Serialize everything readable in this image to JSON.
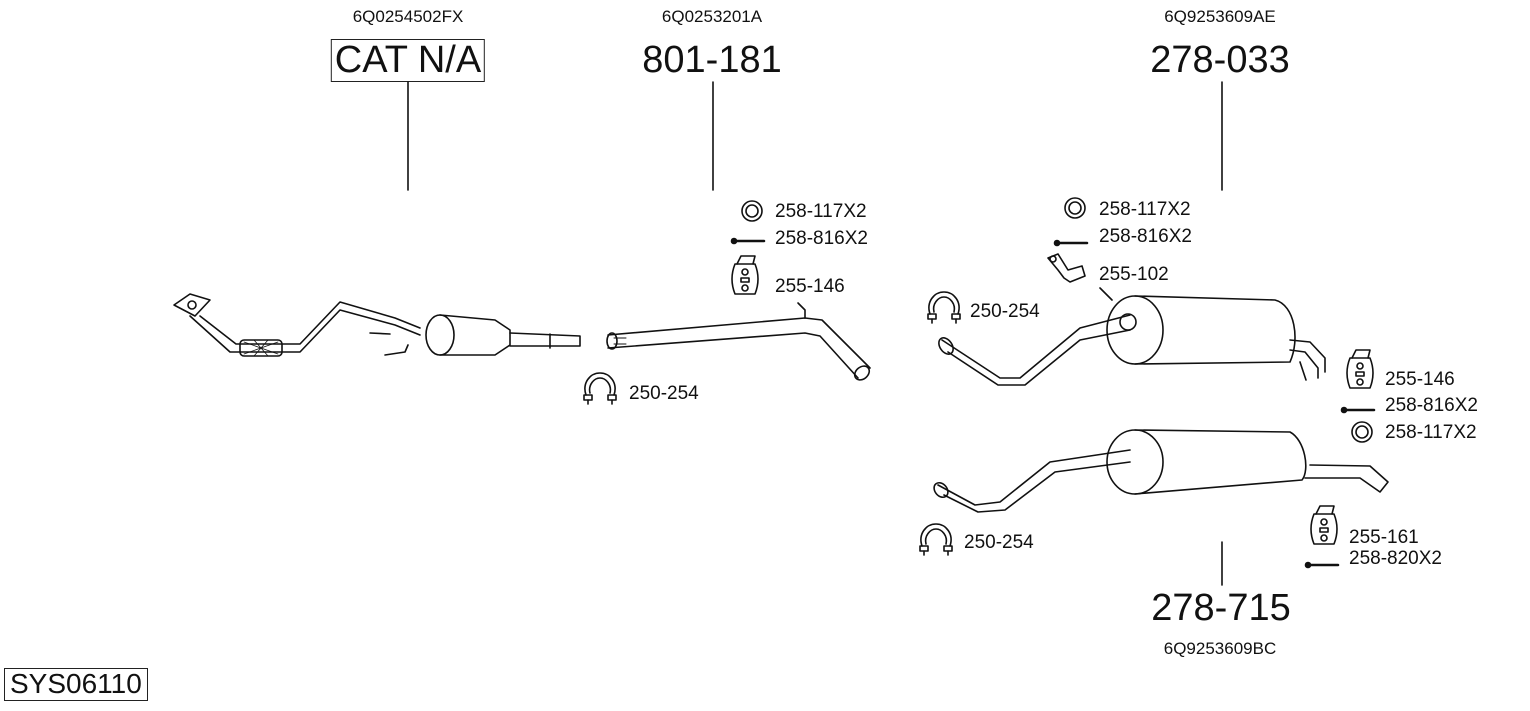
{
  "diagram": {
    "system_code": "SYS06110",
    "sections": [
      {
        "id": "front",
        "oe_number": "6Q0254502FX",
        "part_number": "CAT N/A",
        "boxed": true
      },
      {
        "id": "middle",
        "oe_number": "6Q0253201A",
        "part_number": "801-181"
      },
      {
        "id": "rear-upper",
        "oe_number": "6Q9253609AE",
        "part_number": "278-033"
      },
      {
        "id": "rear-lower",
        "oe_number": "6Q9253609BC",
        "part_number": "278-715"
      }
    ],
    "fittings": {
      "middle": [
        {
          "icon": "gasket-ring-icon",
          "code": "258-117X2"
        },
        {
          "icon": "bolt-icon",
          "code": "258-816X2"
        },
        {
          "icon": "rubber-mount-icon",
          "code": "255-146"
        },
        {
          "icon": "clamp-icon",
          "code": "250-254"
        }
      ],
      "rear_upper": [
        {
          "icon": "gasket-ring-icon",
          "code": "258-117X2"
        },
        {
          "icon": "bolt-icon",
          "code": "258-816X2"
        },
        {
          "icon": "bracket-icon",
          "code": "255-102"
        },
        {
          "icon": "clamp-icon",
          "code": "250-254"
        }
      ],
      "right_side": [
        {
          "icon": "rubber-mount-icon",
          "code": "255-146"
        },
        {
          "icon": "bolt-icon",
          "code": "258-816X2"
        },
        {
          "icon": "gasket-ring-icon",
          "code": "258-117X2"
        }
      ],
      "rear_lower": [
        {
          "icon": "clamp-icon",
          "code": "250-254"
        },
        {
          "icon": "rubber-mount-icon",
          "code": "255-161"
        },
        {
          "icon": "bolt-icon",
          "code": "258-820X2"
        }
      ]
    }
  }
}
